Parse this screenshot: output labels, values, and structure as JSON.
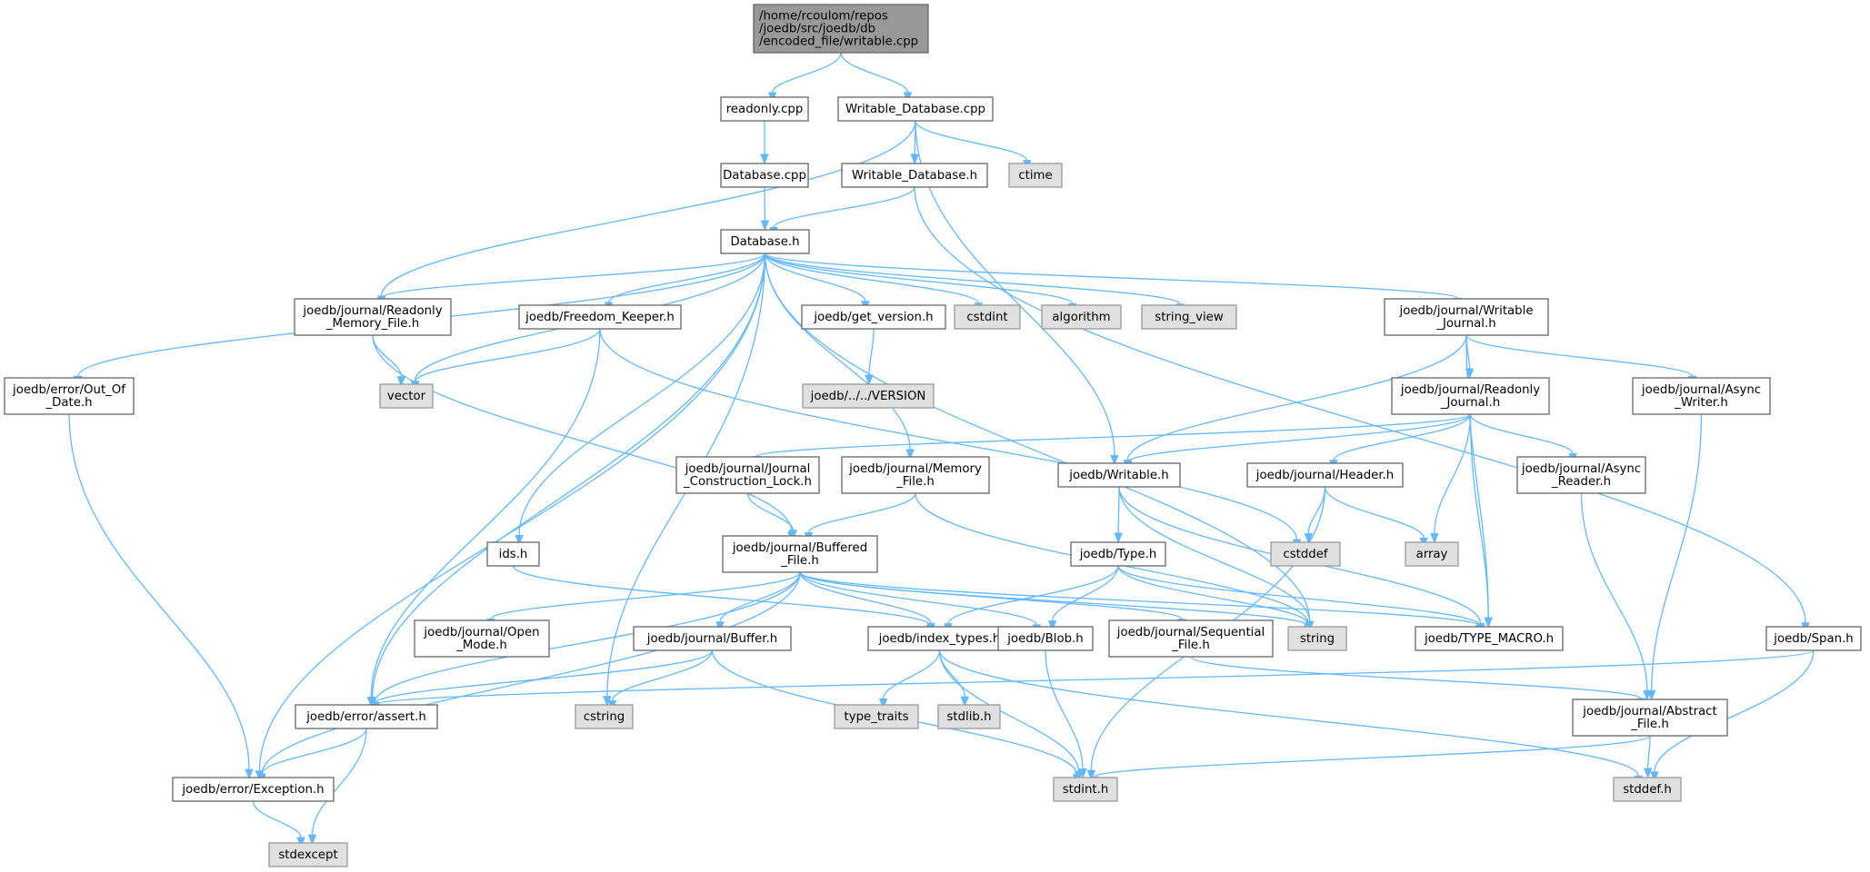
{
  "graph": {
    "nodes": [
      {
        "id": "root",
        "lines": [
          "/home/rcoulom/repos",
          "/joedb/src/joedb/db",
          "/encoded_file/writable.cpp"
        ],
        "kind": "root"
      },
      {
        "id": "readonly_cpp",
        "lines": [
          "readonly.cpp"
        ],
        "kind": "file"
      },
      {
        "id": "writable_database_cpp",
        "lines": [
          "Writable_Database.cpp"
        ],
        "kind": "file"
      },
      {
        "id": "database_cpp",
        "lines": [
          "Database.cpp"
        ],
        "kind": "file"
      },
      {
        "id": "writable_database_h",
        "lines": [
          "Writable_Database.h"
        ],
        "kind": "file"
      },
      {
        "id": "ctime",
        "lines": [
          "ctime"
        ],
        "kind": "sys"
      },
      {
        "id": "database_h",
        "lines": [
          "Database.h"
        ],
        "kind": "file"
      },
      {
        "id": "readonly_memory_file_h",
        "lines": [
          "joedb/journal/Readonly",
          "_Memory_File.h"
        ],
        "kind": "file"
      },
      {
        "id": "freedom_keeper_h",
        "lines": [
          "joedb/Freedom_Keeper.h"
        ],
        "kind": "file"
      },
      {
        "id": "get_version_h",
        "lines": [
          "joedb/get_version.h"
        ],
        "kind": "file"
      },
      {
        "id": "cstdint",
        "lines": [
          "cstdint"
        ],
        "kind": "sys"
      },
      {
        "id": "algorithm",
        "lines": [
          "algorithm"
        ],
        "kind": "sys"
      },
      {
        "id": "string_view",
        "lines": [
          "string_view"
        ],
        "kind": "sys"
      },
      {
        "id": "writable_journal_h",
        "lines": [
          "joedb/journal/Writable",
          "_Journal.h"
        ],
        "kind": "file"
      },
      {
        "id": "out_of_date_h",
        "lines": [
          "joedb/error/Out_Of",
          "_Date.h"
        ],
        "kind": "file"
      },
      {
        "id": "vector",
        "lines": [
          "vector"
        ],
        "kind": "sys"
      },
      {
        "id": "version",
        "lines": [
          "joedb/../../VERSION"
        ],
        "kind": "sys"
      },
      {
        "id": "readonly_journal_h",
        "lines": [
          "joedb/journal/Readonly",
          "_Journal.h"
        ],
        "kind": "file"
      },
      {
        "id": "async_writer_h",
        "lines": [
          "joedb/journal/Async",
          "_Writer.h"
        ],
        "kind": "file"
      },
      {
        "id": "journal_construction_lock_h",
        "lines": [
          "joedb/journal/Journal",
          "_Construction_Lock.h"
        ],
        "kind": "file"
      },
      {
        "id": "memory_file_h",
        "lines": [
          "joedb/journal/Memory",
          "_File.h"
        ],
        "kind": "file"
      },
      {
        "id": "writable_h",
        "lines": [
          "joedb/Writable.h"
        ],
        "kind": "file"
      },
      {
        "id": "header_h",
        "lines": [
          "joedb/journal/Header.h"
        ],
        "kind": "file"
      },
      {
        "id": "async_reader_h",
        "lines": [
          "joedb/journal/Async",
          "_Reader.h"
        ],
        "kind": "file"
      },
      {
        "id": "ids_h",
        "lines": [
          "ids.h"
        ],
        "kind": "file"
      },
      {
        "id": "buffered_file_h",
        "lines": [
          "joedb/journal/Buffered",
          "_File.h"
        ],
        "kind": "file"
      },
      {
        "id": "type_h",
        "lines": [
          "joedb/Type.h"
        ],
        "kind": "file"
      },
      {
        "id": "cstddef",
        "lines": [
          "cstddef"
        ],
        "kind": "sys"
      },
      {
        "id": "array",
        "lines": [
          "array"
        ],
        "kind": "sys"
      },
      {
        "id": "open_mode_h",
        "lines": [
          "joedb/journal/Open",
          "_Mode.h"
        ],
        "kind": "file"
      },
      {
        "id": "buffer_h",
        "lines": [
          "joedb/journal/Buffer.h"
        ],
        "kind": "file"
      },
      {
        "id": "index_types_h",
        "lines": [
          "joedb/index_types.h"
        ],
        "kind": "file"
      },
      {
        "id": "blob_h",
        "lines": [
          "joedb/Blob.h"
        ],
        "kind": "file"
      },
      {
        "id": "sequential_file_h",
        "lines": [
          "joedb/journal/Sequential",
          "_File.h"
        ],
        "kind": "file"
      },
      {
        "id": "string",
        "lines": [
          "string"
        ],
        "kind": "sys"
      },
      {
        "id": "type_macro_h",
        "lines": [
          "joedb/TYPE_MACRO.h"
        ],
        "kind": "file"
      },
      {
        "id": "span_h",
        "lines": [
          "joedb/Span.h"
        ],
        "kind": "file"
      },
      {
        "id": "assert_h",
        "lines": [
          "joedb/error/assert.h"
        ],
        "kind": "file"
      },
      {
        "id": "cstring",
        "lines": [
          "cstring"
        ],
        "kind": "sys"
      },
      {
        "id": "type_traits",
        "lines": [
          "type_traits"
        ],
        "kind": "sys"
      },
      {
        "id": "stdlib_h",
        "lines": [
          "stdlib.h"
        ],
        "kind": "sys"
      },
      {
        "id": "abstract_file_h",
        "lines": [
          "joedb/journal/Abstract",
          "_File.h"
        ],
        "kind": "file"
      },
      {
        "id": "exception_h",
        "lines": [
          "joedb/error/Exception.h"
        ],
        "kind": "file"
      },
      {
        "id": "stdint_h",
        "lines": [
          "stdint.h"
        ],
        "kind": "sys"
      },
      {
        "id": "stddef_h",
        "lines": [
          "stddef.h"
        ],
        "kind": "sys"
      },
      {
        "id": "stdexcept",
        "lines": [
          "stdexcept"
        ],
        "kind": "sys"
      }
    ],
    "edges": [
      [
        "root",
        "readonly_cpp"
      ],
      [
        "root",
        "writable_database_cpp"
      ],
      [
        "readonly_cpp",
        "database_cpp"
      ],
      [
        "database_cpp",
        "database_h"
      ],
      [
        "writable_database_cpp",
        "writable_database_h"
      ],
      [
        "writable_database_cpp",
        "ctime"
      ],
      [
        "writable_database_cpp",
        "readonly_memory_file_h"
      ],
      [
        "writable_database_cpp",
        "writable_h"
      ],
      [
        "writable_database_h",
        "database_h"
      ],
      [
        "writable_database_h",
        "span_h"
      ],
      [
        "database_h",
        "readonly_memory_file_h"
      ],
      [
        "database_h",
        "freedom_keeper_h"
      ],
      [
        "database_h",
        "get_version_h"
      ],
      [
        "database_h",
        "cstdint"
      ],
      [
        "database_h",
        "algorithm"
      ],
      [
        "database_h",
        "string_view"
      ],
      [
        "database_h",
        "writable_journal_h"
      ],
      [
        "database_h",
        "out_of_date_h"
      ],
      [
        "database_h",
        "vector"
      ],
      [
        "database_h",
        "ids_h"
      ],
      [
        "database_h",
        "memory_file_h"
      ],
      [
        "database_h",
        "string"
      ],
      [
        "database_h",
        "assert_h"
      ],
      [
        "database_h",
        "exception_h"
      ],
      [
        "database_h",
        "cstring"
      ],
      [
        "readonly_memory_file_h",
        "vector"
      ],
      [
        "readonly_memory_file_h",
        "buffered_file_h"
      ],
      [
        "freedom_keeper_h",
        "vector"
      ],
      [
        "freedom_keeper_h",
        "assert_h"
      ],
      [
        "freedom_keeper_h",
        "cstddef"
      ],
      [
        "get_version_h",
        "version"
      ],
      [
        "writable_journal_h",
        "readonly_journal_h"
      ],
      [
        "writable_journal_h",
        "async_writer_h"
      ],
      [
        "writable_journal_h",
        "writable_h"
      ],
      [
        "writable_journal_h",
        "type_macro_h"
      ],
      [
        "out_of_date_h",
        "exception_h"
      ],
      [
        "readonly_journal_h",
        "journal_construction_lock_h"
      ],
      [
        "readonly_journal_h",
        "writable_h"
      ],
      [
        "readonly_journal_h",
        "header_h"
      ],
      [
        "readonly_journal_h",
        "async_reader_h"
      ],
      [
        "readonly_journal_h",
        "array"
      ],
      [
        "readonly_journal_h",
        "type_macro_h"
      ],
      [
        "async_writer_h",
        "abstract_file_h"
      ],
      [
        "journal_construction_lock_h",
        "buffered_file_h"
      ],
      [
        "memory_file_h",
        "buffered_file_h"
      ],
      [
        "memory_file_h",
        "string"
      ],
      [
        "writable_h",
        "type_h"
      ],
      [
        "writable_h",
        "string"
      ],
      [
        "writable_h",
        "type_macro_h"
      ],
      [
        "header_h",
        "cstddef"
      ],
      [
        "header_h",
        "array"
      ],
      [
        "header_h",
        "stdint_h"
      ],
      [
        "async_reader_h",
        "abstract_file_h"
      ],
      [
        "ids_h",
        "index_types_h"
      ],
      [
        "buffered_file_h",
        "open_mode_h"
      ],
      [
        "buffered_file_h",
        "buffer_h"
      ],
      [
        "buffered_file_h",
        "index_types_h"
      ],
      [
        "buffered_file_h",
        "blob_h"
      ],
      [
        "buffered_file_h",
        "sequential_file_h"
      ],
      [
        "buffered_file_h",
        "string"
      ],
      [
        "buffered_file_h",
        "type_macro_h"
      ],
      [
        "buffered_file_h",
        "assert_h"
      ],
      [
        "buffered_file_h",
        "exception_h"
      ],
      [
        "type_h",
        "index_types_h"
      ],
      [
        "type_h",
        "blob_h"
      ],
      [
        "type_h",
        "string"
      ],
      [
        "type_h",
        "type_macro_h"
      ],
      [
        "buffer_h",
        "assert_h"
      ],
      [
        "buffer_h",
        "cstring"
      ],
      [
        "buffer_h",
        "stdint_h"
      ],
      [
        "index_types_h",
        "type_traits"
      ],
      [
        "index_types_h",
        "stdlib_h"
      ],
      [
        "index_types_h",
        "stdint_h"
      ],
      [
        "index_types_h",
        "stddef_h"
      ],
      [
        "blob_h",
        "stdint_h"
      ],
      [
        "sequential_file_h",
        "abstract_file_h"
      ],
      [
        "span_h",
        "assert_h"
      ],
      [
        "span_h",
        "stddef_h"
      ],
      [
        "assert_h",
        "exception_h"
      ],
      [
        "assert_h",
        "stdexcept"
      ],
      [
        "abstract_file_h",
        "stdint_h"
      ],
      [
        "abstract_file_h",
        "stddef_h"
      ],
      [
        "exception_h",
        "stdexcept"
      ]
    ]
  }
}
